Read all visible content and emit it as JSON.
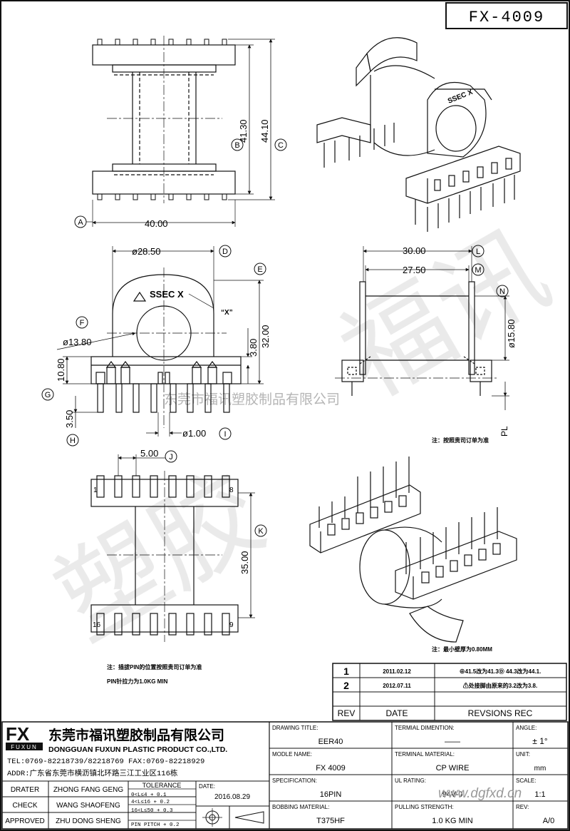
{
  "part_number": "FX-4009",
  "dimensions": {
    "front_width": "40.00",
    "front_height_b": "41.30",
    "front_height_c": "44.10",
    "side_diameter": "ø28.50",
    "side_inner_diameter": "ø13.80",
    "side_height": "32.00",
    "side_small": "3.80",
    "side_pin_area": "10.80",
    "side_pin_length": "3.50",
    "pin_diameter": "ø1.00",
    "right_width": "30.00",
    "right_inner_width": "27.50",
    "right_core": "ø15.80",
    "pl_label": "PL",
    "bottom_pitch": "5.00",
    "bottom_height": "35.00"
  },
  "callouts": [
    "A",
    "B",
    "C",
    "D",
    "E",
    "F",
    "G",
    "H",
    "I",
    "J",
    "K",
    "L",
    "M",
    "N"
  ],
  "iso_mark": "SSEC X",
  "side_mark": "SSEC X",
  "side_note": "“X”",
  "pin_numbers": {
    "top_left": "1",
    "top_right": "8",
    "bottom_left": "16",
    "bottom_right": "9"
  },
  "notes": {
    "right_note": "注：按照贵司订单为准",
    "bottom_note_1": "注：插拔PIN的位置按照贵司订单为准",
    "bottom_note_2": "PIN针拉力为1.0KG MIN",
    "iso_note": "注：最小壁厚为0.80MM"
  },
  "watermark_text": "东莞市福讯塑胶制品有限公司",
  "revisions": {
    "header": {
      "rev": "REV",
      "date": "DATE",
      "rec": "REVSIONS REC"
    },
    "rows": [
      {
        "rev": "1",
        "date": "2011.02.12",
        "rec": "⊕41.5改为41.3Ⓓ 44.3改为44.1."
      },
      {
        "rev": "2",
        "date": "2012.07.11",
        "rec": "⚠处接脚由原来的3.2改为3.8."
      }
    ]
  },
  "company": {
    "logo": "FX",
    "logo_sub": "FUXUN",
    "name_cn": "东莞市福讯塑胶制品有限公司",
    "name_en": "DONGGUAN FUXUN PLASTIC PRODUCT CO.,LTD.",
    "tel": "TEL:0769-82218739/82218769 FAX:0769-82218929",
    "addr": "ADDR:广东省东莞市横沥镇北环路三江工业区116栋"
  },
  "signoff": [
    {
      "role": "DRATER",
      "name": "ZHONG FANG GENG"
    },
    {
      "role": "CHECK",
      "name": "WANG SHAOFENG"
    },
    {
      "role": "APPROVED",
      "name": "ZHU DONG SHENG"
    }
  ],
  "tolerance": {
    "title": "TOLERANCE",
    "rows": [
      "0<L≤4   + 0.1",
      "4<L≤16  + 0.2",
      "16<L≤50 + 0.3",
      "PIN PITCH + 0.2"
    ]
  },
  "date_block": {
    "label": "DATE:",
    "value": "2016.08.29"
  },
  "title_block": {
    "drawing_title_label": "DRAWING TITLE:",
    "drawing_title": "EER40",
    "model_label": "MODLE NAME:",
    "model": "FX 4009",
    "spec_label": "SPECIFICATION:",
    "spec": "16PIN",
    "bobbing_label": "BOBBING MATERIAL:",
    "bobbing": "T375HF",
    "term_dim_label": "TERMIAL DIMENTION:",
    "term_dim": "——",
    "term_mat_label": "TERMINAL MATERIAL:",
    "term_mat": "CP WIRE",
    "ul_label": "UL RATING:",
    "ul": "94V-0",
    "pull_label": "PULLING STRENGTH:",
    "pull": "1.0 KG MIN",
    "angle_label": "ANGLE:",
    "angle": "± 1°",
    "unit_label": "UNIT:",
    "unit": "mm",
    "scale_label": "SCALE:",
    "scale": "1:1",
    "rev_label": "REV:",
    "rev": "A/0"
  },
  "site_watermark": "www.dgfxd.cn"
}
